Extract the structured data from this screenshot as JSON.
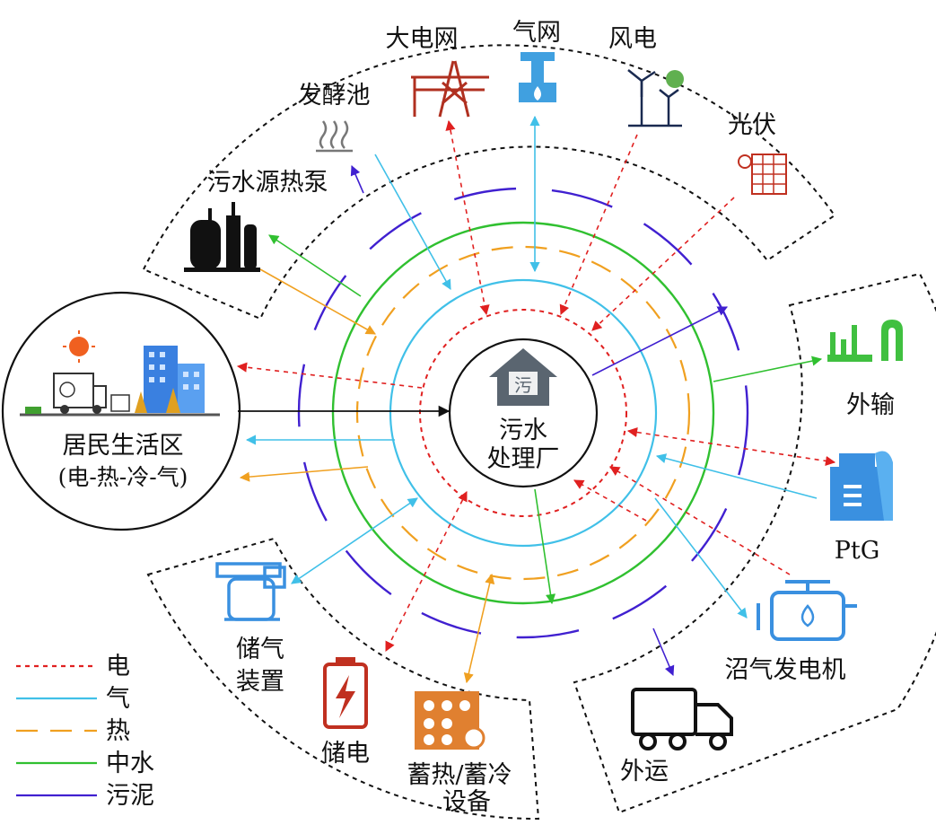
{
  "center": {
    "line1": "污水",
    "line2": "处理厂",
    "badge": "污"
  },
  "residential": {
    "line1": "居民生活区",
    "line2": "(电-热-冷-气)"
  },
  "nodes": {
    "grid": "大电网",
    "gas_network": "气网",
    "wind": "风电",
    "pv": "光伏",
    "digester": "发酵池",
    "heat_pump": "污水源热泵",
    "export": "外输",
    "ptg": "PtG",
    "biogas_gen": "沼气发电机",
    "truck": "外运",
    "gas_storage_1": "储气",
    "gas_storage_2": "装置",
    "battery": "储电",
    "thermal_1": "蓄热/蓄冷",
    "thermal_2": "设备"
  },
  "legend": [
    {
      "label": "电",
      "color": "#e02020",
      "dash": "5,5"
    },
    {
      "label": "气",
      "color": "#40c0e8",
      "dash": ""
    },
    {
      "label": "热",
      "color": "#f0a020",
      "dash": "24,14"
    },
    {
      "label": "中水",
      "color": "#30c030",
      "dash": ""
    },
    {
      "label": "污泥",
      "color": "#4020d0",
      "dash": ""
    }
  ],
  "colors": {
    "electric": "#e02020",
    "gas": "#40c0e8",
    "heat": "#f0a020",
    "reclaimed_water": "#30c030",
    "sludge": "#4020d0"
  }
}
